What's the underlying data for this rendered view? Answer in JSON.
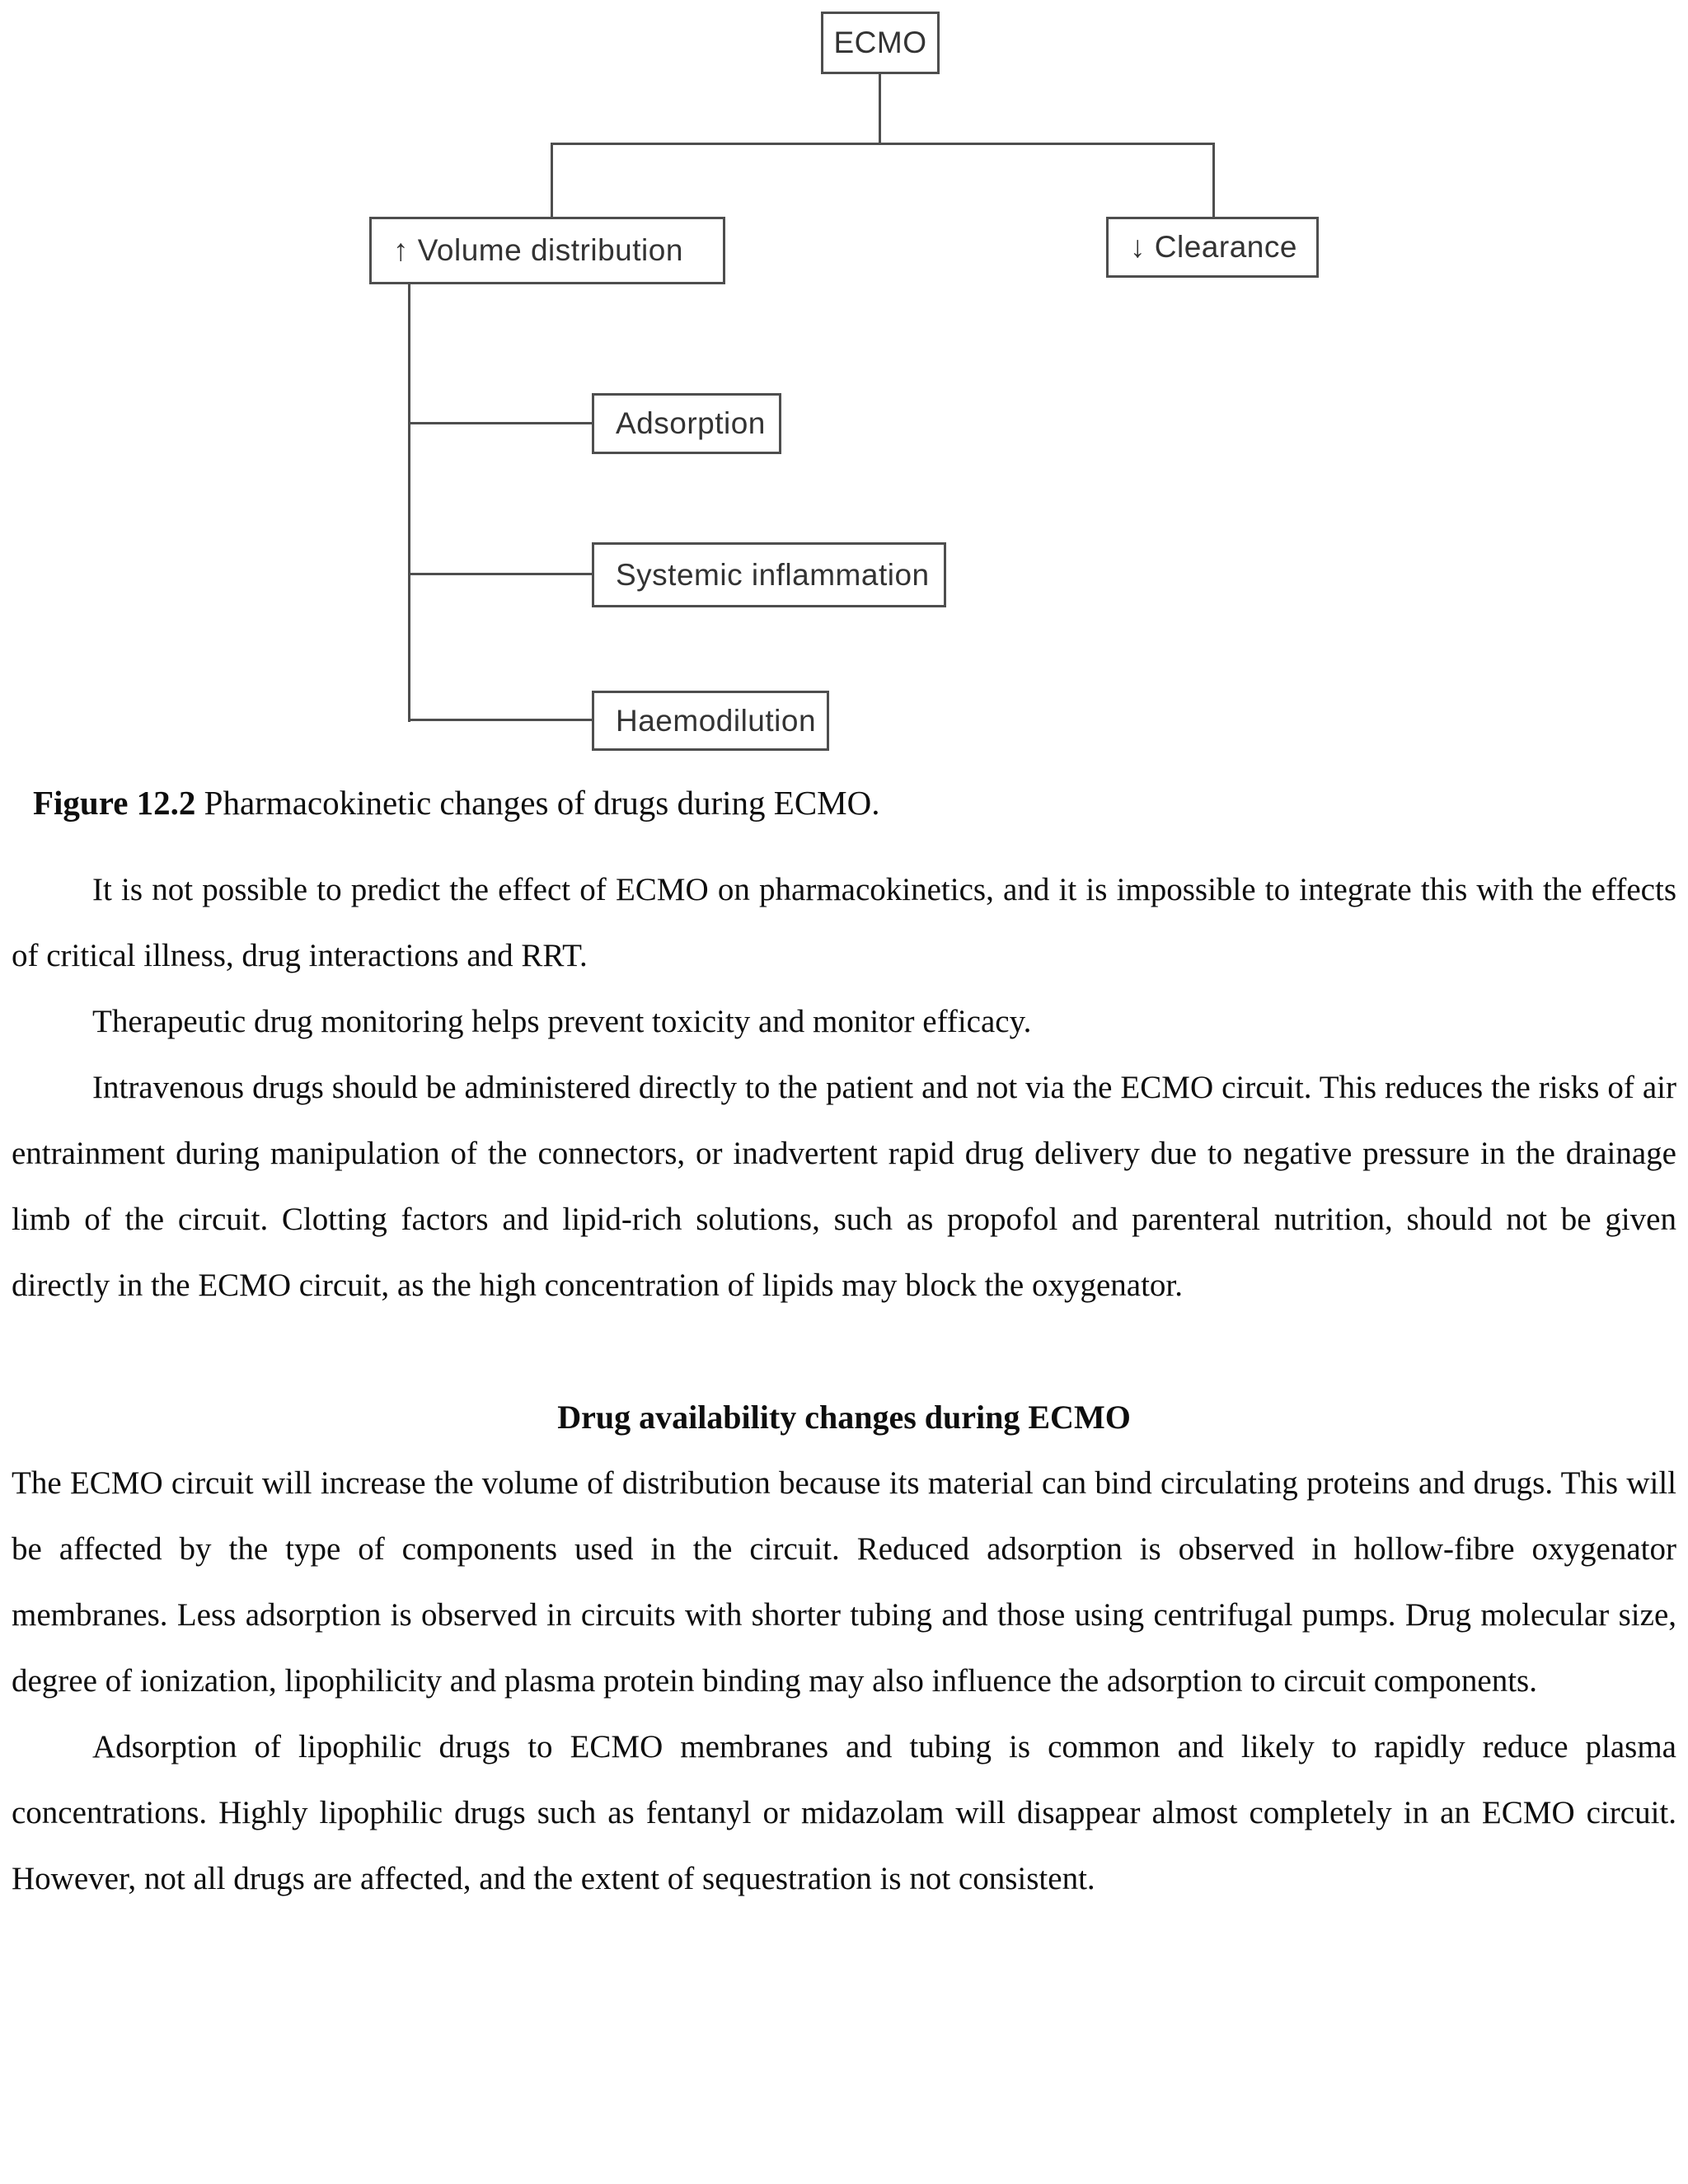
{
  "figure": {
    "nodes": {
      "ecmo": "ECMO",
      "volume_distribution": "↑ Volume distribution",
      "clearance": "↓ Clearance",
      "adsorption": "Adsorption",
      "systemic_inflammation": "Systemic inflammation",
      "haemodilution": "Haemodilution"
    },
    "caption_label": "Figure 12.2",
    "caption_text": " Pharmacokinetic changes of drugs during ECMO."
  },
  "body": {
    "p1": "It is not possible to predict the effect of ECMO on pharmacokinetics, and it is impossible to integrate this with the effects of critical illness, drug interactions and RRT.",
    "p2": "Therapeutic drug monitoring helps prevent toxicity and monitor efficacy.",
    "p3": "Intravenous drugs should be administered directly to the patient and not via the ECMO circuit. This reduces the risks of air entrainment during manipulation of the connectors, or inadvertent rapid drug delivery due to negative pressure in the drainage limb of the circuit. Clotting factors and lipid-rich solutions, such as propofol and parenteral nutrition, should not be given directly in the ECMO circuit, as the high concentration of lipids may block the oxygenator.",
    "heading": "Drug availability changes during ECMO",
    "p4": "The ECMO circuit will increase the volume of distribution because its material can bind circulating proteins and drugs. This will be affected by the type of components used in the circuit. Reduced adsorption is observed in hollow-fibre oxygenator membranes. Less adsorption is observed in circuits with shorter tubing and those using centrifugal pumps. Drug molecular size, degree of ionization, lipophilicity and plasma protein binding may also influence the adsorption to circuit components.",
    "p5": "Adsorption of lipophilic drugs to ECMO membranes and tubing is common and likely to rapidly reduce plasma concentrations. Highly lipophilic drugs such as fentanyl or midazolam will disappear almost completely in an ECMO circuit. However, not all drugs are affected, and the extent of sequestration is not consistent."
  },
  "colors": {
    "background": "#ffffff",
    "text": "#0e0e0e",
    "box_border": "#4e4e4e",
    "connector": "#4e4e4e"
  }
}
